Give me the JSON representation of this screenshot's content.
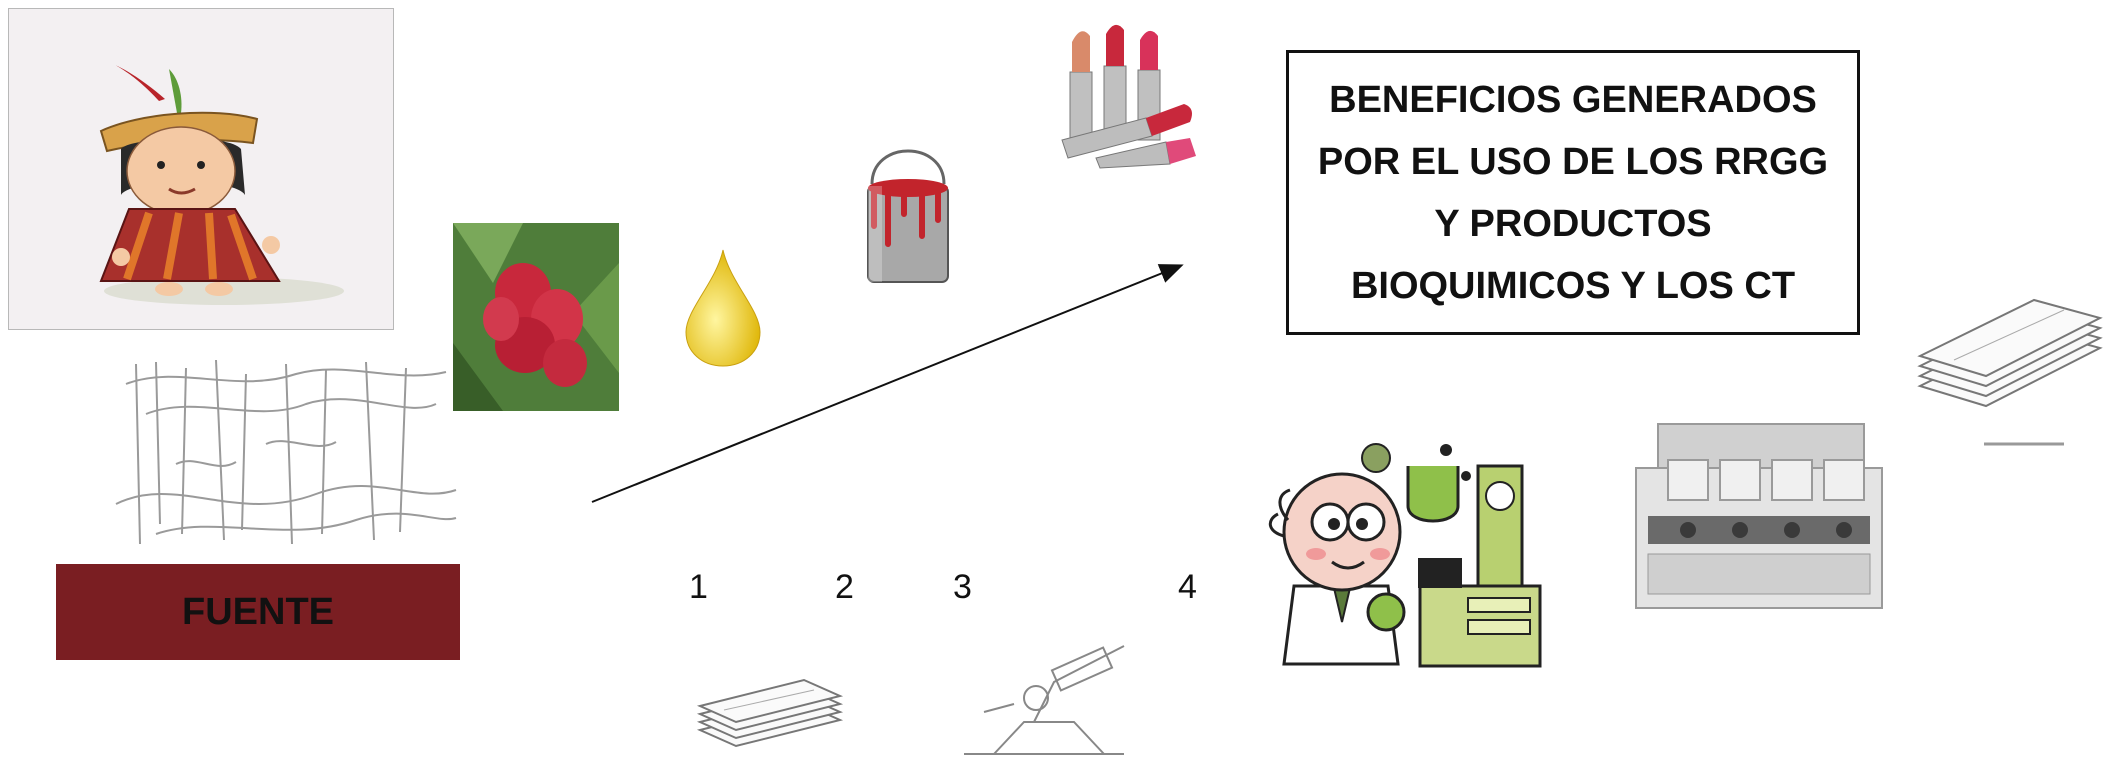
{
  "source_box": {
    "label": "FUENTE",
    "color": "#7a1e22"
  },
  "benefits_box": {
    "text": "BENEFICIOS GENERADOS\nPOR EL USO DE LOS RRGG\nY PRODUCTOS\nBIOQUIMICOS  Y LOS CT"
  },
  "steps": [
    "1",
    "2",
    "3",
    "4"
  ],
  "icons": {
    "indigenous_person": "indigenous-person-icon",
    "forest": "forest-sketch-icon",
    "achiote": "achiote-fruit-icon",
    "oil_drop": "oil-drop-icon",
    "paint_can": "paint-can-icon",
    "lipsticks": "lipsticks-icon",
    "money_stack": "money-stack-icon",
    "microscope": "microscope-icon",
    "scientist": "scientist-icon",
    "machine": "industrial-machine-icon"
  }
}
